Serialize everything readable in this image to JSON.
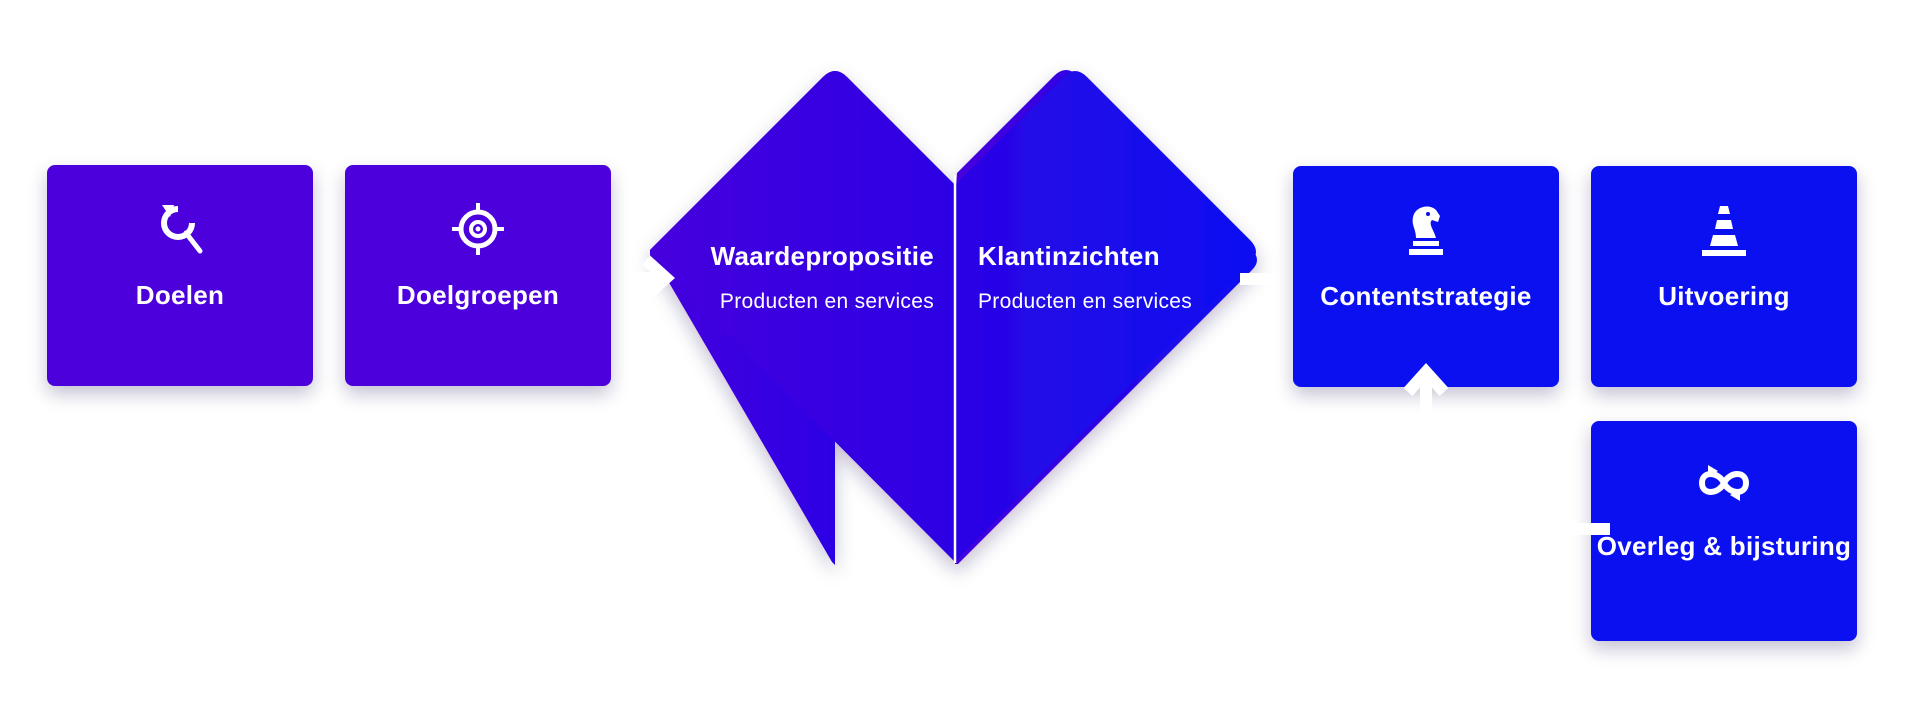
{
  "colors": {
    "purple": "#4b00dc",
    "blue": "#0a10f0",
    "heart_left": "#3d00dd",
    "heart_right": "#1510ee",
    "arrow": "#ffffff"
  },
  "steps": {
    "doelen": {
      "label": "Doelen",
      "icon": "magnifier-refresh-icon"
    },
    "doelgroepen": {
      "label": "Doelgroepen",
      "icon": "target-icon"
    },
    "contentstrategie": {
      "label": "Contentstrategie",
      "icon": "chess-knight-icon"
    },
    "uitvoering": {
      "label": "Uitvoering",
      "icon": "traffic-cone-icon"
    },
    "overleg": {
      "label": "Overleg & bijsturing",
      "icon": "cycle-arrows-icon"
    }
  },
  "heart": {
    "left": {
      "title": "Waardepropositie",
      "subtitle": "Producten en services"
    },
    "right": {
      "title": "Klantinzichten",
      "subtitle": "Producten en services"
    }
  }
}
